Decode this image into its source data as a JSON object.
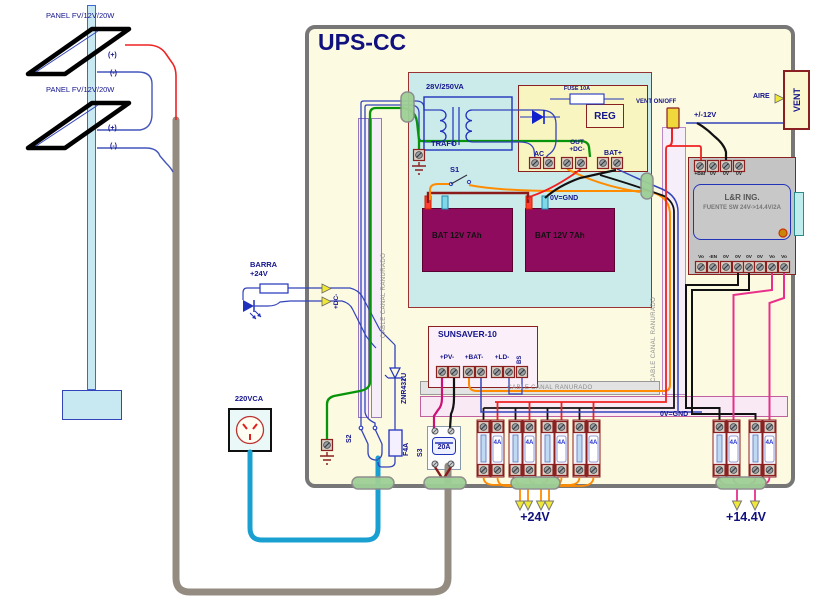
{
  "panels": {
    "label1": "PANEL FV/12V/20W",
    "label2": "PANEL FV/12V/20W",
    "plus": "(+)",
    "minus": "(-)"
  },
  "ups": {
    "title": "UPS-CC"
  },
  "charger": {
    "trafo_rating": "28V/250VA",
    "trafo_label": "TRAFO",
    "fuse_label": "FUSE 10A",
    "reg_label": "REG",
    "term_ac": "AC",
    "term_out": "OUT",
    "term_dc": "+DC-",
    "term_bat": "BAT+",
    "s1_label": "S1",
    "gnd_label": "0V=GND",
    "battery1": "BAT 12V 7Ah",
    "battery2": "BAT 12V 7Ah"
  },
  "indicator": {
    "barra": "BARRA",
    "voltage": "+24V",
    "dc_label": "+DC-"
  },
  "channels": {
    "left_vertical": "CABLE CANAL RANURADO",
    "right_vertical": "CABLE CANAL RANURADO",
    "horizontal": "CABLE CANAL RANURADO"
  },
  "sunsaver": {
    "title": "SUNSAVER-10",
    "term_pv": "+PV-",
    "term_bat": "+BAT-",
    "term_ld": "+LD-",
    "term_bs": "BS"
  },
  "lr_fuente": {
    "line1": "L&R ING.",
    "line2": "FUENTE SW 24V->14.4V/2A",
    "top_terminals": [
      "+Bar",
      "0V",
      "0V",
      "0V"
    ],
    "bottom_terminals": [
      "Vo",
      "-EN",
      "0V",
      "0V",
      "0V",
      "0V",
      "Vo",
      "Vo"
    ]
  },
  "vent": {
    "on_off": "VENT ON/OFF",
    "voltage": "+/-12V",
    "aire": "AIRE",
    "vent": "VENT"
  },
  "ac_input": {
    "outlet": "220VCA",
    "s2_label": "S2",
    "f4a_label": "F4A",
    "znr_label": "ZNR431U",
    "s3_label": "S3",
    "breaker": "20A"
  },
  "outputs": {
    "gnd_label": "0V=GND",
    "fuse_4a": "4A",
    "out_24v": "+24V",
    "out_144v": "+14.4V"
  },
  "colors": {
    "title_navy": "#10107E",
    "wire_red": "#EE2222",
    "wire_green": "#089408",
    "wire_orange": "#FF8C00",
    "wire_cyan": "#19A0D0",
    "wire_pink": "#E8308A",
    "battery_magenta": "#8E0B5E",
    "panel_yellow": "#FCFAE1",
    "inner_cyan": "#CBEBEB"
  }
}
